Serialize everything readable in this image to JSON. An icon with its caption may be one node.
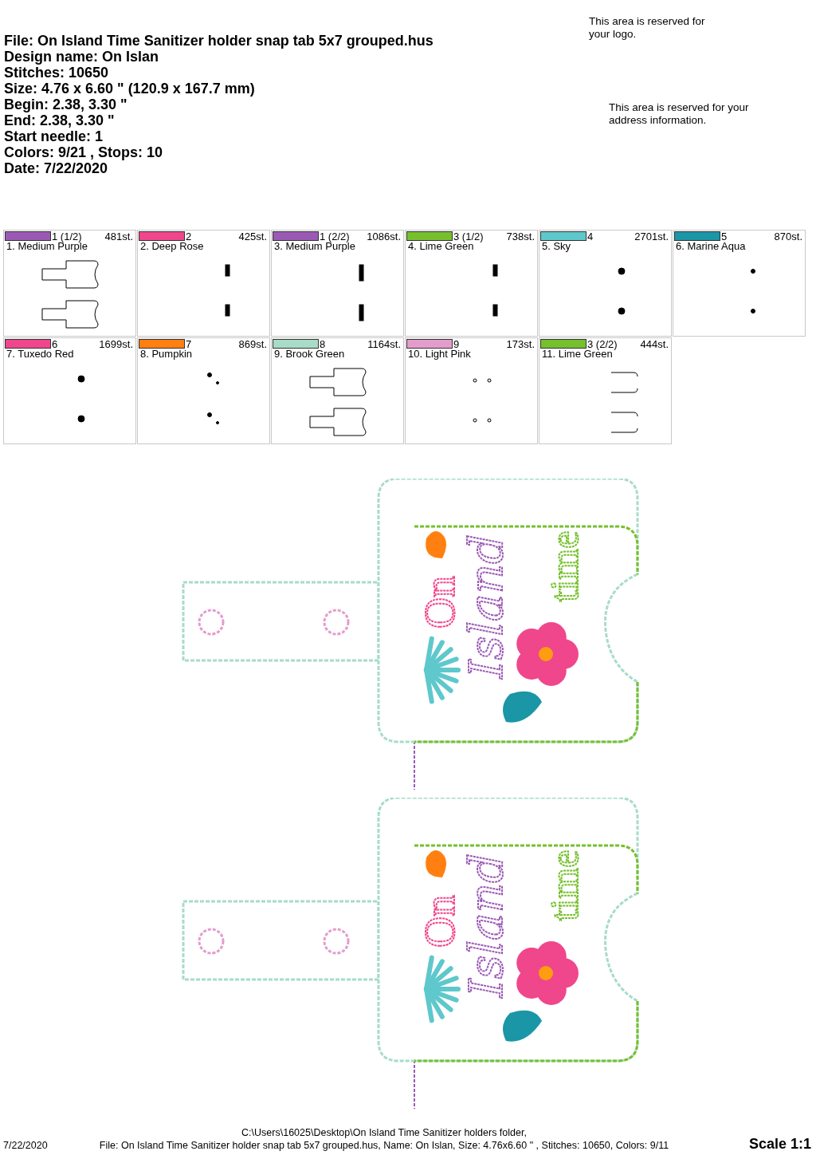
{
  "diagram": {
    "labels": [
      "File: On Island Time Sanitizer holder snap tab 5x7 grouped.hus",
      "Design name: On Islan",
      "Stitches: 10650",
      "Size: 4.76 x 6.60 \" (120.9 x 167.7 mm)",
      "Begin: 2.38, 3.30 \"",
      "End: 2.38, 3.30 \"",
      "Start needle: 1",
      "Colors: 9/21 , Stops: 10",
      "Date: 7/22/2020",
      "This area is reserved for your logo.",
      "This area is reserved for your address information.",
      "1 (1/2)",
      "481st.",
      "2",
      "425st.",
      "1 (2/2)",
      "1086st.",
      "3 (1/2)",
      "738st.",
      "4",
      "2701st.",
      "5",
      "870st.",
      "6",
      "1699st.",
      "7",
      "869st.",
      "8",
      "1164st.",
      "9",
      "173st.",
      "3 (2/2)",
      "444st.",
      "On",
      "Island",
      "time",
      "On",
      "Island",
      "time",
      "7/22/2020",
      "C:\\Users\\16025\\Desktop\\On Island Time Sanitizer holders folder,",
      "File: On Island Time Sanitizer holder snap tab 5x7 grouped.hus, Name: On Islan, Size: 4.76x6.60 \" , Stitches: 10650, Colors: 9/11",
      "Scale 1:1"
    ],
    "legend": [
      {
        "text": "1. Medium Purple",
        "color": "#9b59b6"
      },
      {
        "text": "2. Deep Rose",
        "color": "#f0468c"
      },
      {
        "text": "3. Medium Purple",
        "color": "#9b59b6"
      },
      {
        "text": "4. Lime Green",
        "color": "#76c02e"
      },
      {
        "text": "5. Sky",
        "color": "#5ec8cc"
      },
      {
        "text": "6. Marine Aqua",
        "color": "#1a96a6"
      },
      {
        "text": "7. Tuxedo Red",
        "color": "#f0468c"
      },
      {
        "text": "8. Pumpkin",
        "color": "#ff8010"
      },
      {
        "text": "9. Brook Green",
        "color": "#a8dcc8"
      },
      {
        "text": "10. Light Pink",
        "color": "#e49ccc"
      },
      {
        "text": "11. Lime Green",
        "color": "#76c02e"
      }
    ]
  }
}
